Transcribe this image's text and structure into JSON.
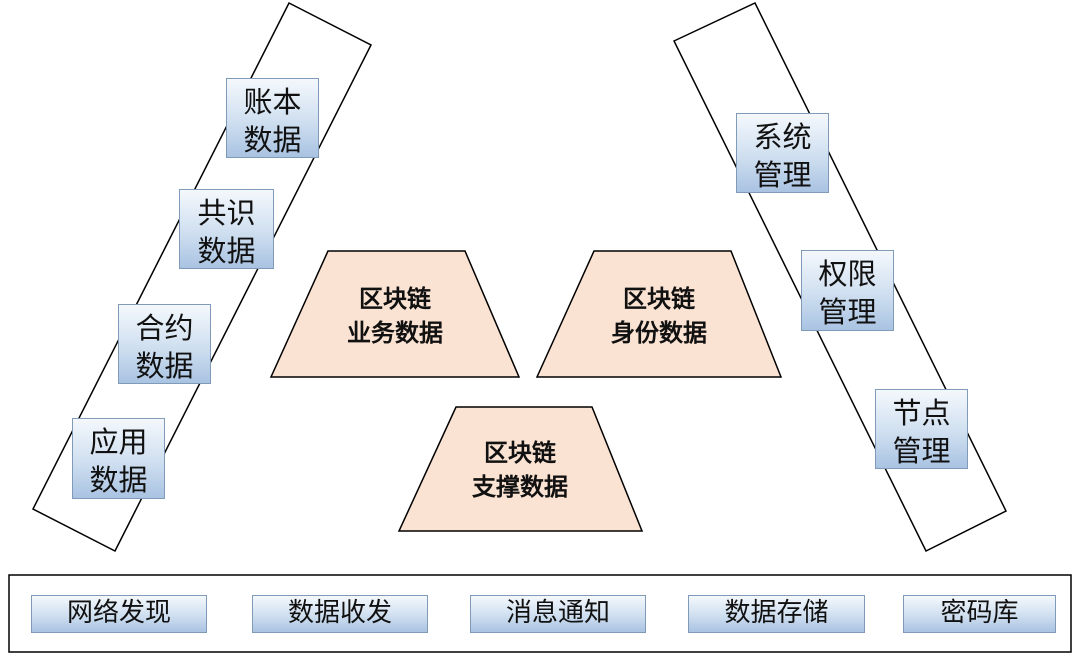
{
  "left_group": {
    "boxes": [
      {
        "line1": "账本",
        "line2": "数据"
      },
      {
        "line1": "共识",
        "line2": "数据"
      },
      {
        "line1": "合约",
        "line2": "数据"
      },
      {
        "line1": "应用",
        "line2": "数据"
      }
    ]
  },
  "right_group": {
    "boxes": [
      {
        "line1": "系统",
        "line2": "管理"
      },
      {
        "line1": "权限",
        "line2": "管理"
      },
      {
        "line1": "节点",
        "line2": "管理"
      }
    ]
  },
  "center": {
    "business": {
      "line1": "区块链",
      "line2": "业务数据"
    },
    "identity": {
      "line1": "区块链",
      "line2": "身份数据"
    },
    "support": {
      "line1": "区块链",
      "line2": "支撑数据"
    }
  },
  "bottom_bar": {
    "items": [
      "网络发现",
      "数据收发",
      "消息通知",
      "数据存储",
      "密码库"
    ]
  },
  "colors": {
    "trapezoid_fill": "#fbe3d3",
    "box_border": "#7f9bb8",
    "box_gradient_light": "#f4f8fc",
    "box_gradient_dark": "#a9c3e2"
  }
}
